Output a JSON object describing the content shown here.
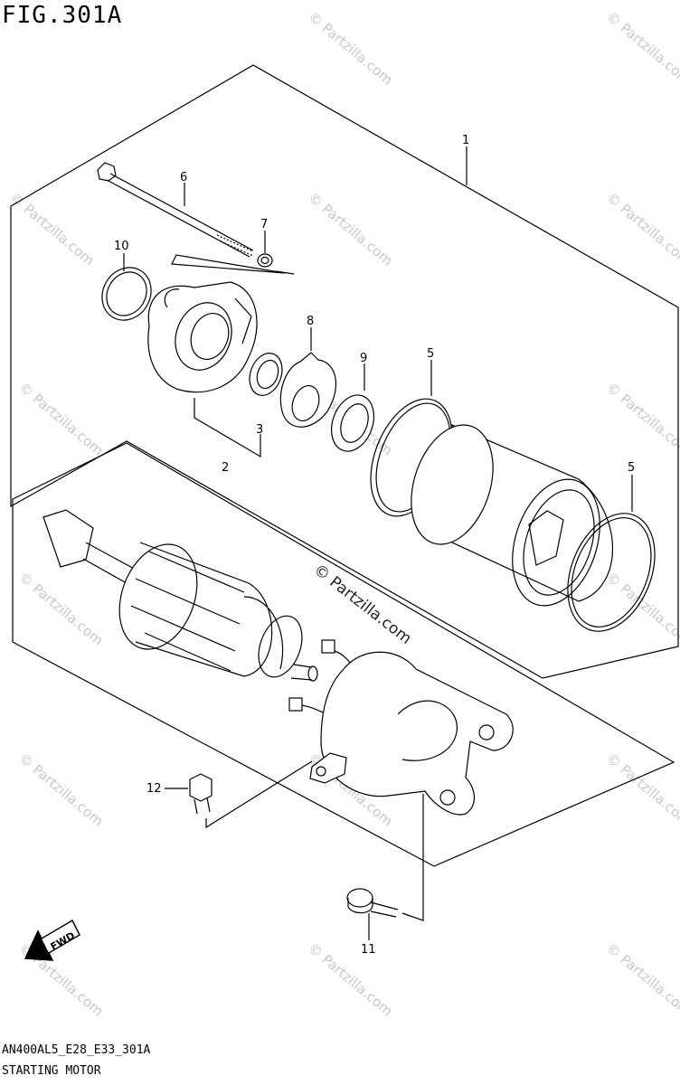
{
  "figure": {
    "title": "FIG.301A",
    "code": "AN400AL5_E28_E33_301A",
    "name": "STARTING MOTOR",
    "watermark": "© Partzilla.com",
    "fwd_label": "FWD"
  },
  "callouts": [
    {
      "id": "c1",
      "label": "1"
    },
    {
      "id": "c2",
      "label": "2"
    },
    {
      "id": "c3",
      "label": "3"
    },
    {
      "id": "c5a",
      "label": "5"
    },
    {
      "id": "c5b",
      "label": "5"
    },
    {
      "id": "c6",
      "label": "6"
    },
    {
      "id": "c7",
      "label": "7"
    },
    {
      "id": "c8",
      "label": "8"
    },
    {
      "id": "c9",
      "label": "9"
    },
    {
      "id": "c10",
      "label": "10"
    },
    {
      "id": "c11",
      "label": "11"
    },
    {
      "id": "c12",
      "label": "12"
    }
  ],
  "colors": {
    "ink": "#000000",
    "watermark": "#c8c8c8",
    "paper": "#ffffff"
  }
}
